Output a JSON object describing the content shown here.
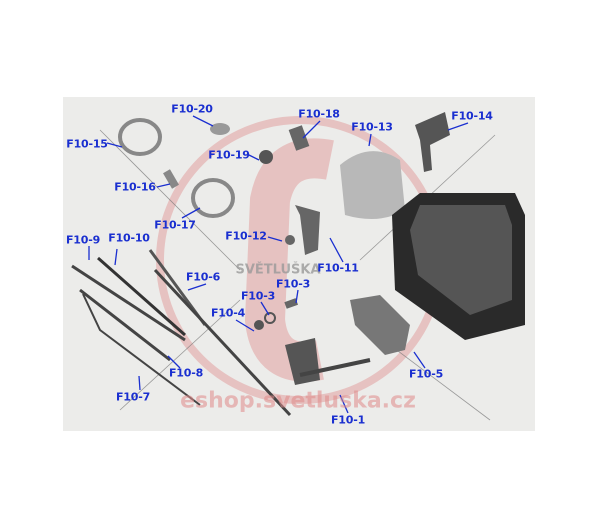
{
  "diagram": {
    "watermark_brand": "SVĚTLUŠKA",
    "watermark_url": "eshop.svetluska.cz",
    "labels": {
      "f20": "F10-20",
      "f18": "F10-18",
      "f13": "F10-13",
      "f14": "F10-14",
      "f15": "F10-15",
      "f19": "F10-19",
      "f16": "F10-16",
      "f17": "F10-17",
      "f12": "F10-12",
      "f11": "F10-11",
      "f9": "F10-9",
      "f10": "F10-10",
      "f6": "F10-6",
      "f3a": "F10-3",
      "f3b": "F10-3",
      "f4": "F10-4",
      "f5": "F10-5",
      "f8": "F10-8",
      "f7": "F10-7",
      "f1": "F10-1"
    },
    "label_color": "#1a2fd0"
  }
}
